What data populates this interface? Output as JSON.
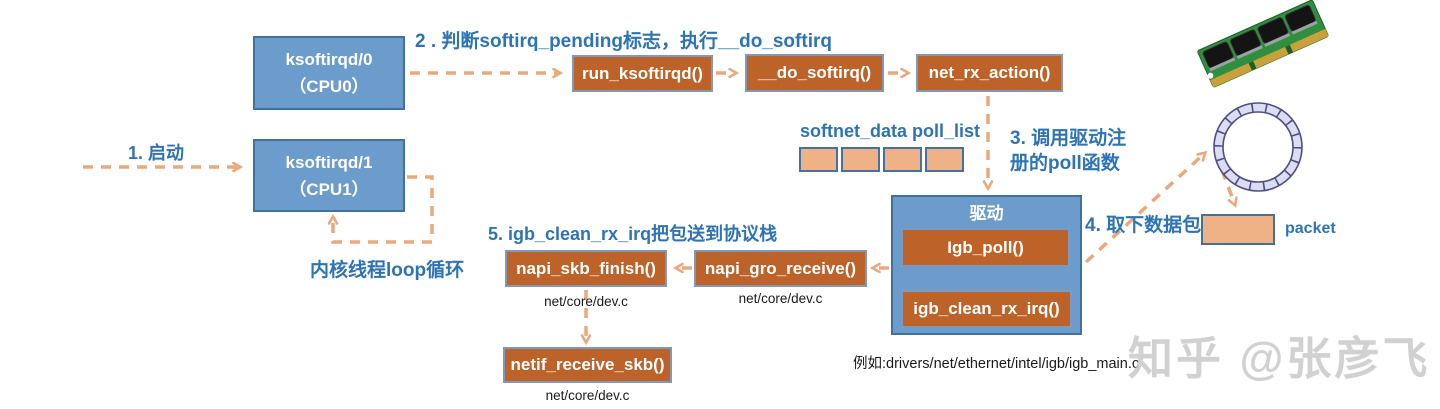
{
  "nodes": {
    "ksoftirqd0": {
      "line1": "ksoftirqd/0",
      "line2": "（CPU0）"
    },
    "ksoftirqd1": {
      "line1": "ksoftirqd/1",
      "line2": "（CPU1）"
    },
    "run_ksoftirqd": "run_ksoftirqd()",
    "do_softirq": "__do_softirq()",
    "net_rx_action": "net_rx_action()",
    "driver_title": "驱动",
    "igb_poll": "Igb_poll()",
    "igb_clean_rx_irq": "igb_clean_rx_irq()",
    "napi_skb_finish": "napi_skb_finish()",
    "napi_gro_receive": "napi_gro_receive()",
    "netif_receive_skb": "netif_receive_skb()"
  },
  "annotations": {
    "step1": "1. 启动",
    "step2": "2 . 判断softirq_pending标志，执行__do_softirq",
    "step3_line1": "3. 调用驱动注",
    "step3_line2": "册的poll函数",
    "step4": "4. 取下数据包",
    "step5": "5. igb_clean_rx_irq把包送到协议栈",
    "loop_label": "内核线程loop循环",
    "softnet_label": "softnet_data poll_list",
    "packet_label": "packet",
    "example_path": "例如:drivers/net/ethernet/intel/igb/igb_main.c",
    "dev_c": "net/core/dev.c",
    "watermark": "知乎 @张彦飞"
  },
  "icons": {
    "memory_stick": "ram-module-image",
    "ring_buffer": "rx-ring-buffer-circle"
  },
  "colors": {
    "blue_box_fill": "#6c9ccc",
    "blue_box_border": "#41719c",
    "orange_box_fill": "#bd6228",
    "orange_box_border": "#7d9abd",
    "light_orange_cell": "#efb286",
    "annotation_blue": "#2e74b5",
    "arrow_orange": "#eba87d",
    "watermark_gray": "#c9c9c9"
  }
}
